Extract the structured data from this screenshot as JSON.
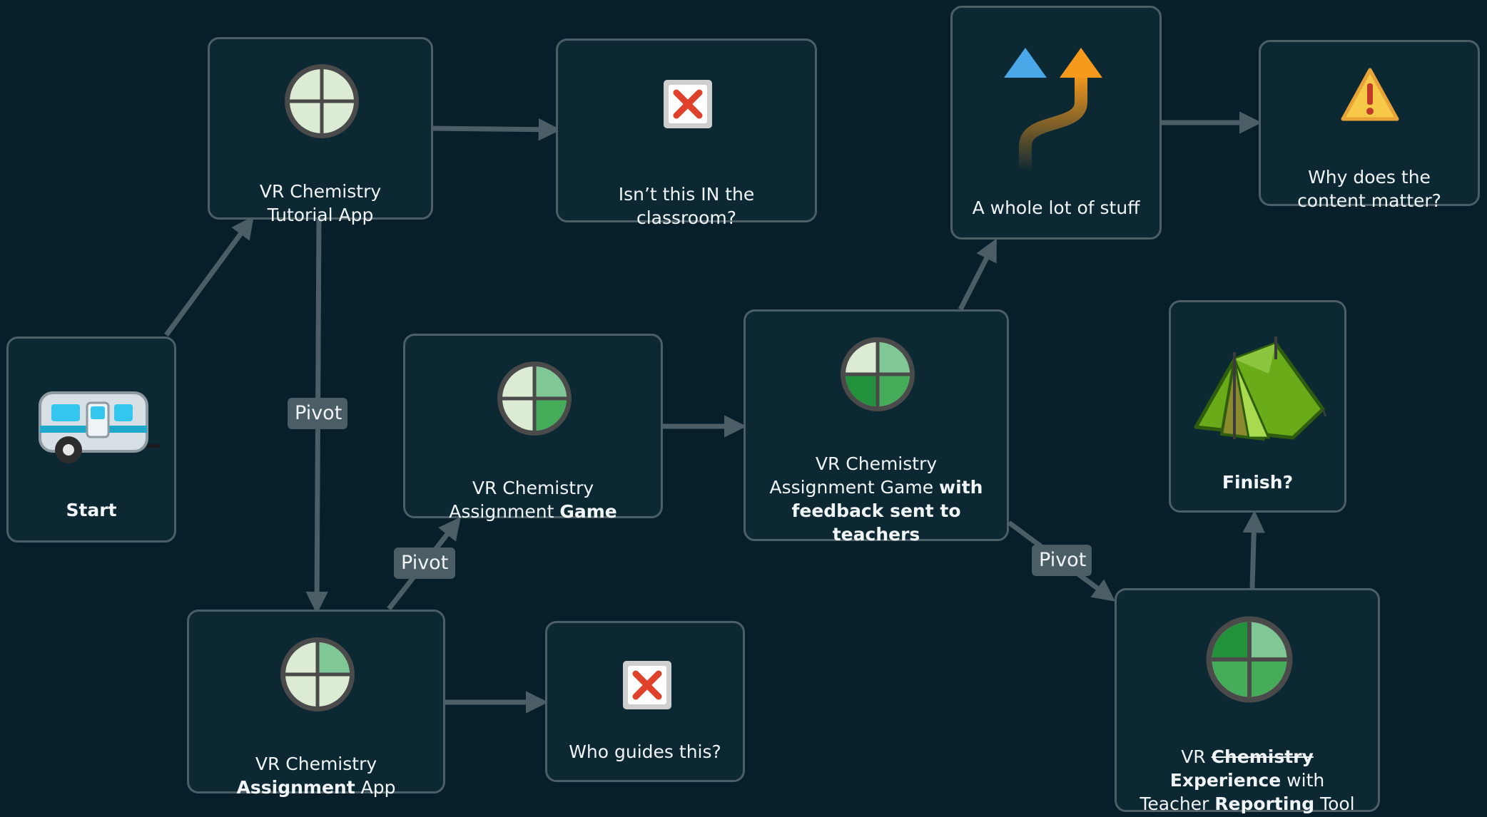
{
  "colors": {
    "background": "#061f2a",
    "node_fill": "#0b2833",
    "node_border": "#4c5e66",
    "edge": "#4b5e66",
    "pill": "#4b5e66",
    "text": "#f1f5f6",
    "quadrant_light": "#dcecd4",
    "quadrant_mid": "#7fc794",
    "quadrant_green": "#45ad59",
    "quadrant_dark": "#22913c",
    "x_red": "#e0412a",
    "warning_yellow": "#f7c948",
    "arrow_blue": "#4aa8e8",
    "arrow_orange": "#f59a1d",
    "tent_green": "#6aab1a"
  },
  "nodes": {
    "start": {
      "label": "Start",
      "icon": "camper-van-icon"
    },
    "tutorial": {
      "line1": "VR Chemistry",
      "line2": "Tutorial App",
      "icon": "quarter-progress-icon"
    },
    "classroom": {
      "line1": "Isn’t this IN the",
      "line2": "classroom?",
      "icon": "cross-mark-icon"
    },
    "assign_app": {
      "line1": "VR Chemistry",
      "line2_bold": "Assignment",
      "line2_rest": " App",
      "icon": "quarter-progress-icon"
    },
    "guides": {
      "label": "Who guides this?",
      "icon": "cross-mark-icon"
    },
    "assign_game": {
      "line1": "VR Chemistry",
      "line2_pre": "Assignment ",
      "line2_bold": "Game",
      "icon": "quarter-progress-icon"
    },
    "feedback_game": {
      "line1": "VR Chemistry",
      "line2_pre": "Assignment Game ",
      "line2_bold": "with",
      "line3": "feedback sent to",
      "line4": "teachers",
      "icon": "quarter-progress-icon"
    },
    "stuff": {
      "label": "A whole lot of stuff",
      "icon": "diverging-arrows-icon"
    },
    "content": {
      "line1": "Why does the",
      "line2": "content matter?",
      "icon": "warning-icon"
    },
    "finish": {
      "label": "Finish?",
      "icon": "tent-icon"
    },
    "experience": {
      "line1_pre": "VR ",
      "line1_strike": "Chemistry",
      "line2_bold": "Experience",
      "line2_rest": " with",
      "line3_pre": "Teacher ",
      "line3_bold": "Reporting",
      "line3_rest": " Tool",
      "icon": "quarter-progress-icon"
    }
  },
  "pivots": [
    "Pivot",
    "Pivot",
    "Pivot"
  ]
}
